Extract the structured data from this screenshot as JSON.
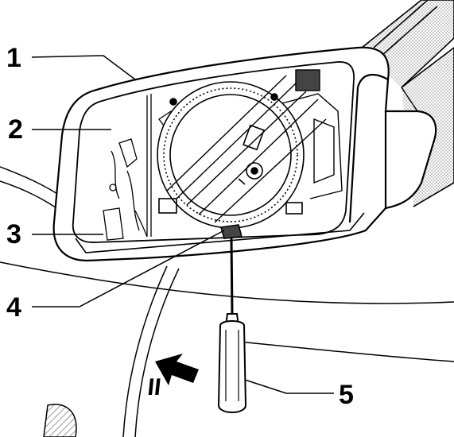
{
  "callouts": [
    {
      "id": "1",
      "label": "1"
    },
    {
      "id": "2",
      "label": "2"
    },
    {
      "id": "3",
      "label": "3"
    },
    {
      "id": "4",
      "label": "4"
    },
    {
      "id": "5",
      "label": "5"
    }
  ],
  "direction_marker": "II",
  "colors": {
    "line": "#000000",
    "background": "#ffffff",
    "hatch": "#9a9a9a"
  }
}
